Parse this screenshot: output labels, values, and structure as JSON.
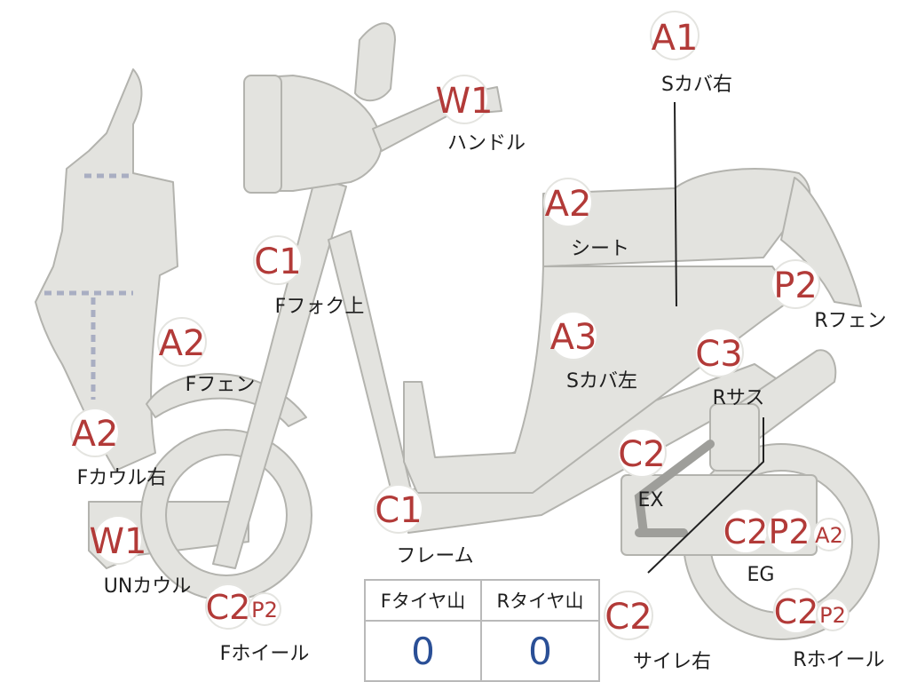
{
  "parts": [
    {
      "id": "a1-top",
      "code": "A1",
      "label": "Sカバ右"
    },
    {
      "id": "w1-handle",
      "code": "W1",
      "label": "ハンドル"
    },
    {
      "id": "a2-seat",
      "code": "A2",
      "label": "シート"
    },
    {
      "id": "c1-fork",
      "code": "C1",
      "label": "Fフォク上"
    },
    {
      "id": "p2-rfender",
      "code": "P2",
      "label": "Rフェン"
    },
    {
      "id": "a2-ffender",
      "code": "A2",
      "label": "Fフェン"
    },
    {
      "id": "a3-cover-left",
      "code": "A3",
      "label": "Sカバ左"
    },
    {
      "id": "c3-rsus",
      "code": "C3",
      "label": "Rサス"
    },
    {
      "id": "a2-fcowl-right",
      "code": "A2",
      "label": "Fカウル右"
    },
    {
      "id": "c2-ex",
      "code": "C2",
      "label": "EX"
    },
    {
      "id": "c1-frame",
      "code": "C1",
      "label": "フレーム"
    },
    {
      "id": "w1-undercowl",
      "code": "W1",
      "label": "UNカウル"
    },
    {
      "id": "c2-eg",
      "code": "C2",
      "label": "EG"
    },
    {
      "id": "p2-eg",
      "code": "P2",
      "label": ""
    },
    {
      "id": "a2-eg",
      "code": "A2",
      "label": ""
    },
    {
      "id": "c2-fwheel",
      "code": "C2",
      "label": "Fホイール"
    },
    {
      "id": "p2-fwheel",
      "code": "P2",
      "label": ""
    },
    {
      "id": "c2-silencer",
      "code": "C2",
      "label": "サイレ右"
    },
    {
      "id": "c2-rwheel",
      "code": "C2",
      "label": "Rホイール"
    },
    {
      "id": "p2-rwheel",
      "code": "P2",
      "label": ""
    }
  ],
  "tread_table": {
    "headers": [
      "Fタイヤ山",
      "Rタイヤ山"
    ],
    "values": [
      "0",
      "0"
    ]
  }
}
